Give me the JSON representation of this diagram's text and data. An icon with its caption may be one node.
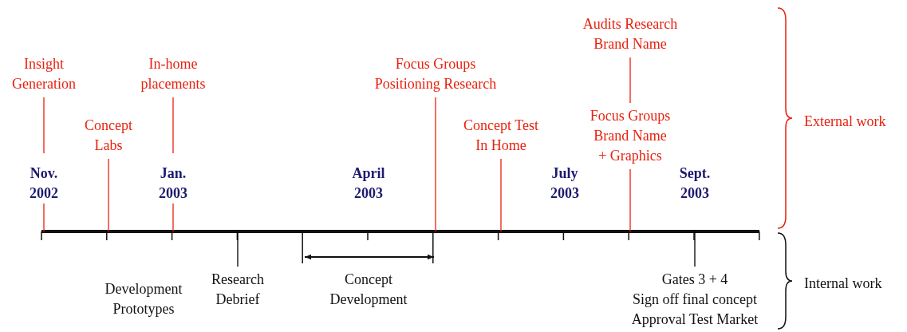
{
  "diagram": {
    "nodes": [
      {
        "text": [
          "Insight Generation"
        ]
      },
      {
        "text": [
          "Concept Labs"
        ]
      },
      {
        "text": [
          "In-home placements"
        ]
      },
      {
        "text": [
          "Focus Groups Positioning Research"
        ]
      },
      {
        "text": [
          "Concept Test In Home"
        ]
      },
      {
        "text": [
          "Audits Research Brand Name"
        ]
      },
      {
        "text": [
          "Focus Groups Brand Name + Graphics"
        ]
      },
      {
        "text": [
          "Research Debrief"
        ]
      },
      {
        "text": [
          "Gates 3 + 4 Sign off final concept Approval Test Market"
        ]
      }
    ],
    "edges": [
      {
        "from": 0,
        "to": null,
        "arrow": "none"
      },
      {
        "from": 1,
        "to": null,
        "arrow": "none"
      },
      {
        "from": 2,
        "to": null,
        "arrow": "none"
      },
      {
        "from": 3,
        "to": null,
        "arrow": "none"
      },
      {
        "from": 4,
        "to": null,
        "arrow": "none"
      },
      {
        "from": 5,
        "to": 6,
        "arrow": "none"
      },
      {
        "from": 6,
        "to": null,
        "arrow": "none"
      },
      {
        "from": 7,
        "to": null,
        "arrow": "none",
        "color": "#000000"
      },
      {
        "from": 8,
        "to": null,
        "arrow": "none",
        "color": "#000000"
      }
    ],
    "labels": [
      "External work",
      "Nov. 2002",
      "Jan. 2003",
      "April 2003",
      "July 2003",
      "Sept. 2003",
      "Development Prototypes",
      "Concept Development",
      "Internal work"
    ]
  }
}
